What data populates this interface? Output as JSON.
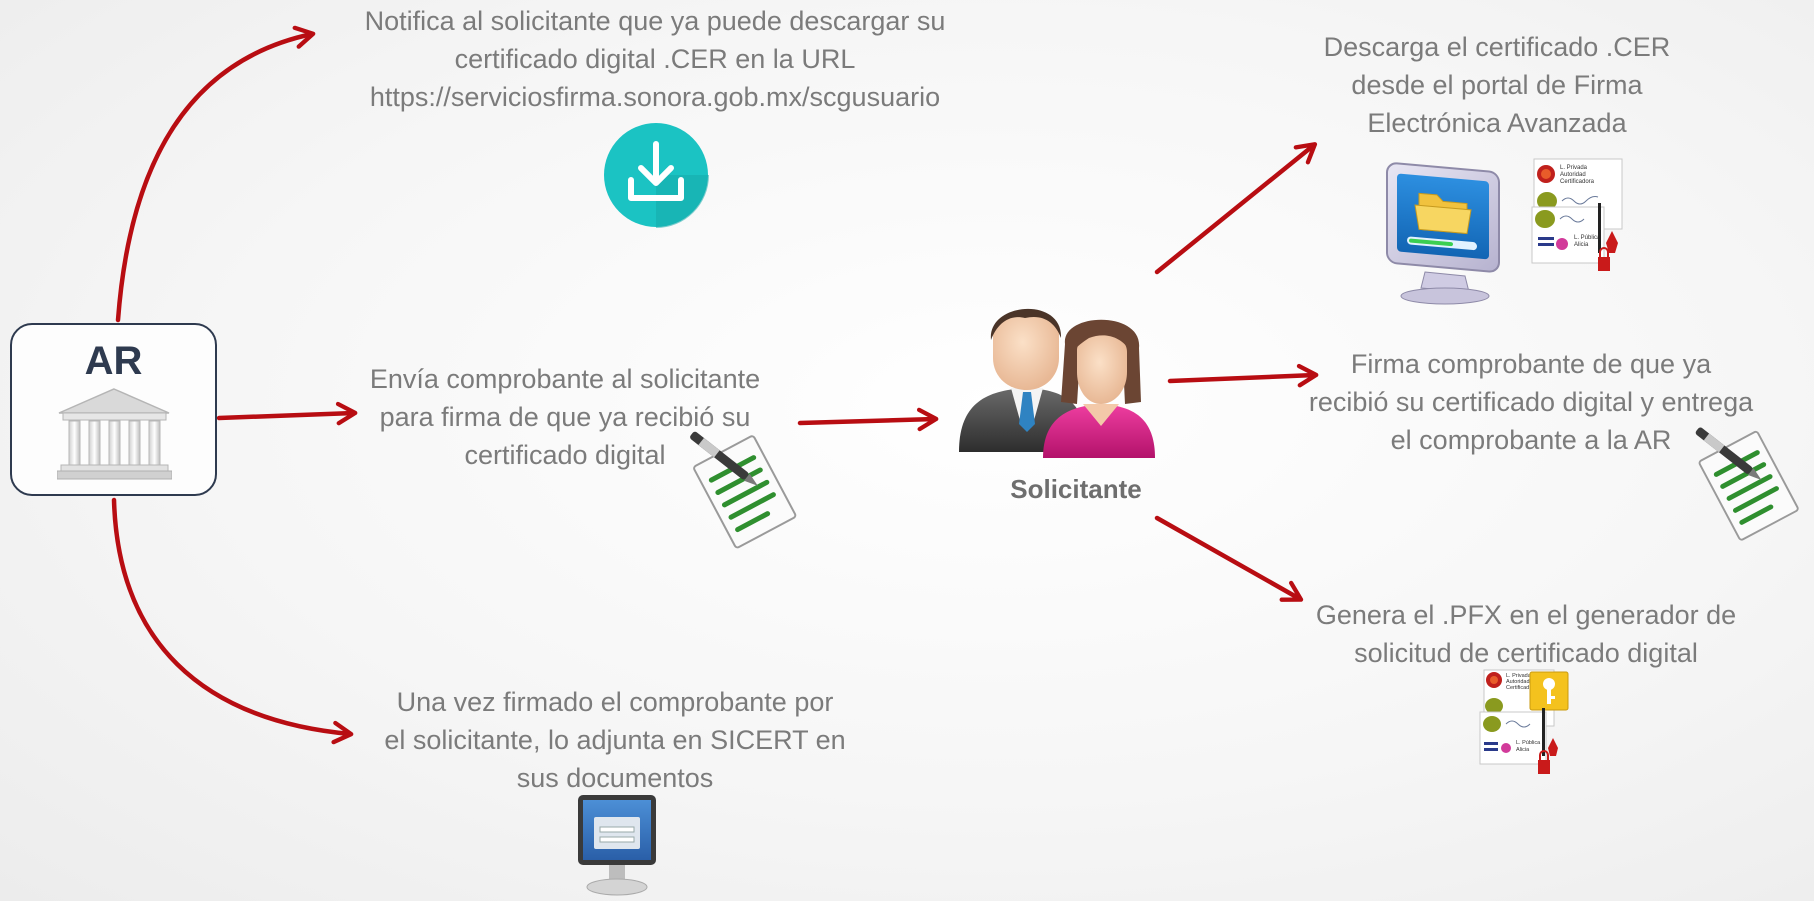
{
  "nodes": {
    "ar": {
      "label": "AR"
    },
    "solicitante": {
      "label": "Solicitante"
    }
  },
  "steps": {
    "notifica": [
      "Notifica al solicitante que ya puede descargar su",
      "certificado digital .CER en la URL",
      "https://serviciosfirma.sonora.gob.mx/scgusuario"
    ],
    "envia": [
      "Envía comprobante al solicitante",
      "para firma de que ya recibió su",
      "certificado digital"
    ],
    "adjunta": [
      "Una vez firmado el comprobante por",
      "el solicitante, lo adjunta en SICERT en",
      "sus documentos"
    ],
    "descarga": [
      "Descarga el certificado .CER",
      "desde el portal de Firma",
      "Electrónica Avanzada"
    ],
    "firma": [
      "Firma comprobante de que ya",
      "recibió su certificado digital y entrega",
      "el comprobante a la AR"
    ],
    "genera": [
      "Genera el .PFX en el generador de",
      "solicitud de certificado digital"
    ]
  },
  "cert_card": {
    "privada": [
      "L. Privada",
      "Autoridad",
      "Certificadora"
    ],
    "publica": [
      "L. Pública",
      "Alicia"
    ]
  },
  "colors": {
    "arrow": "#b80d12",
    "text": "#7b7b7b",
    "ar_border": "#2e3a4f",
    "download_teal": "#1bc3c3"
  },
  "icons": [
    "download-icon",
    "bank-icon",
    "people-icon",
    "document-sign-icon",
    "monitor-folder-icon",
    "certificate-icon",
    "key-icon",
    "monitor-login-icon"
  ]
}
